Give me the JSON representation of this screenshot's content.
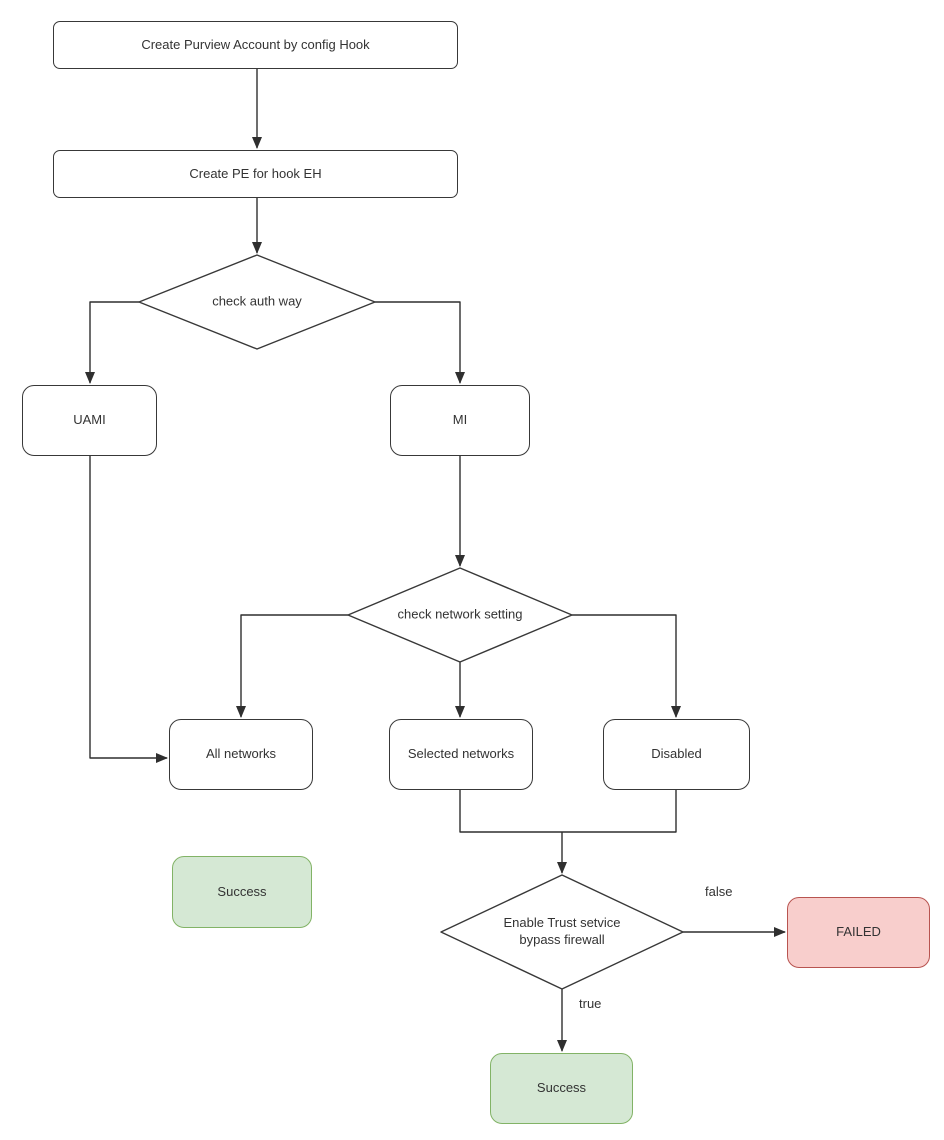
{
  "diagram": {
    "nodes": {
      "create_purview": {
        "label": "Create Purview Account by config Hook"
      },
      "create_pe": {
        "label": "Create PE for hook EH"
      },
      "check_auth": {
        "label": "check auth way"
      },
      "uami": {
        "label": "UAMI"
      },
      "mi": {
        "label": "MI"
      },
      "check_network": {
        "label": "check network setting"
      },
      "all_networks": {
        "label": "All networks"
      },
      "selected_networks": {
        "label": "Selected networks"
      },
      "disabled": {
        "label": "Disabled"
      },
      "success_left": {
        "label": "Success"
      },
      "enable_trust": {
        "lines": [
          "Enable Trust setvice",
          "bypass firewall"
        ]
      },
      "failed": {
        "label": "FAILED"
      },
      "success_bottom": {
        "label": "Success"
      }
    },
    "edge_labels": {
      "false": "false",
      "true": "true"
    },
    "colors": {
      "success_fill": "#d5e8d4",
      "success_border": "#82b366",
      "failed_fill": "#f8cecc",
      "failed_border": "#b85450",
      "node_fill": "#ffffff",
      "node_border": "#383838",
      "connector": "#2f2f2f",
      "text": "#333333"
    }
  }
}
